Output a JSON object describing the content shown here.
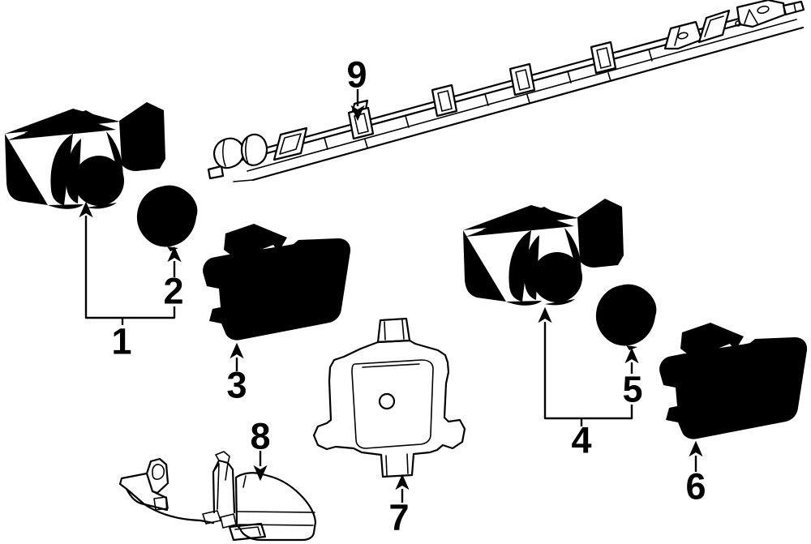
{
  "colors": {
    "background": "#ffffff",
    "line": "#000000",
    "label": "#000000"
  },
  "callouts": [
    {
      "number": "1"
    },
    {
      "number": "2"
    },
    {
      "number": "3"
    },
    {
      "number": "4"
    },
    {
      "number": "5"
    },
    {
      "number": "6"
    },
    {
      "number": "7"
    },
    {
      "number": "8"
    },
    {
      "number": "9"
    }
  ]
}
